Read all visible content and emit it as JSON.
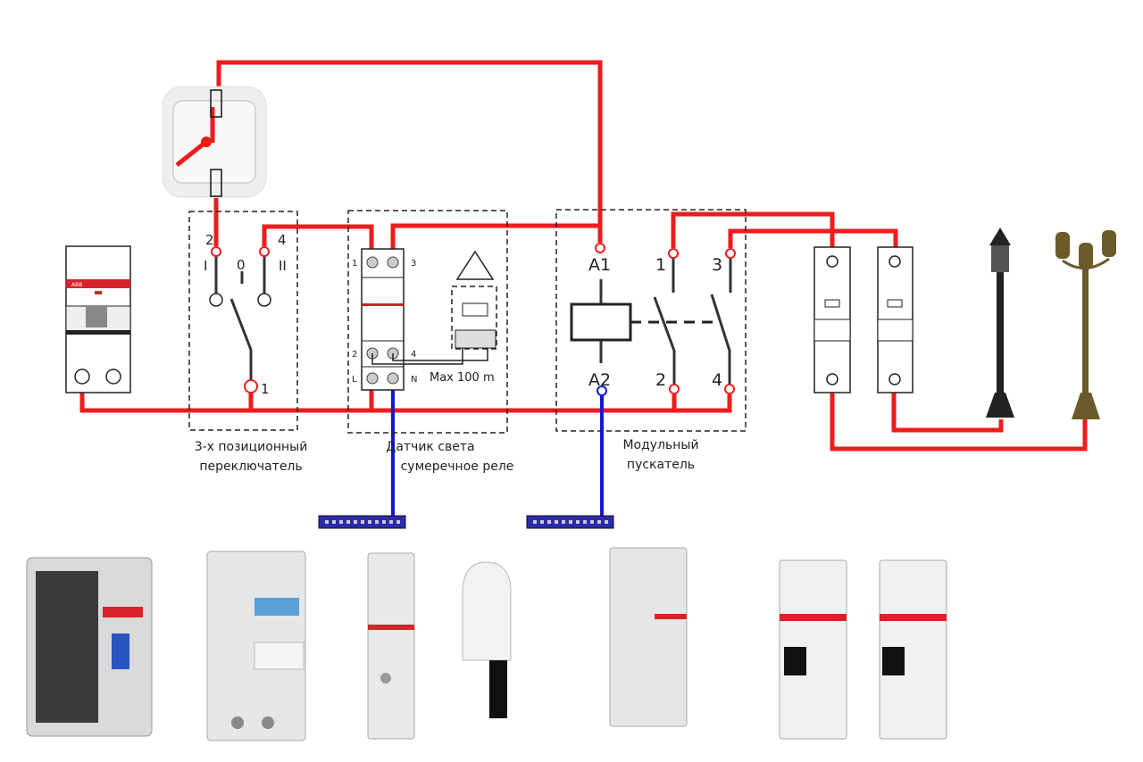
{
  "colors": {
    "phase_wire": "#ee1c1c",
    "neutral_wire": "#1515d8"
  },
  "breaker": {
    "brand": "ABB"
  },
  "switch": {
    "terminals": [
      "2",
      "4",
      "1"
    ],
    "positions": [
      "I",
      "0",
      "II"
    ],
    "caption_line1": "3-х позиционный",
    "caption_line2": "переключатель"
  },
  "sensor": {
    "terminals": [
      "1",
      "3",
      "2",
      "4",
      "L",
      "N"
    ],
    "max_distance": "Max 100 m",
    "caption_line1": "Датчик света",
    "caption_line2": "сумеречное реле"
  },
  "contactor": {
    "terminals": [
      "A1",
      "A2",
      "1",
      "3",
      "2",
      "4"
    ],
    "caption_line1": "Модульный",
    "caption_line2": "пускатель"
  },
  "photos": [
    "rcbo-breaker",
    "twilight-switch",
    "light-sensor-relay-with-photocell",
    "modular-contactor",
    "two-circuit-breakers"
  ]
}
